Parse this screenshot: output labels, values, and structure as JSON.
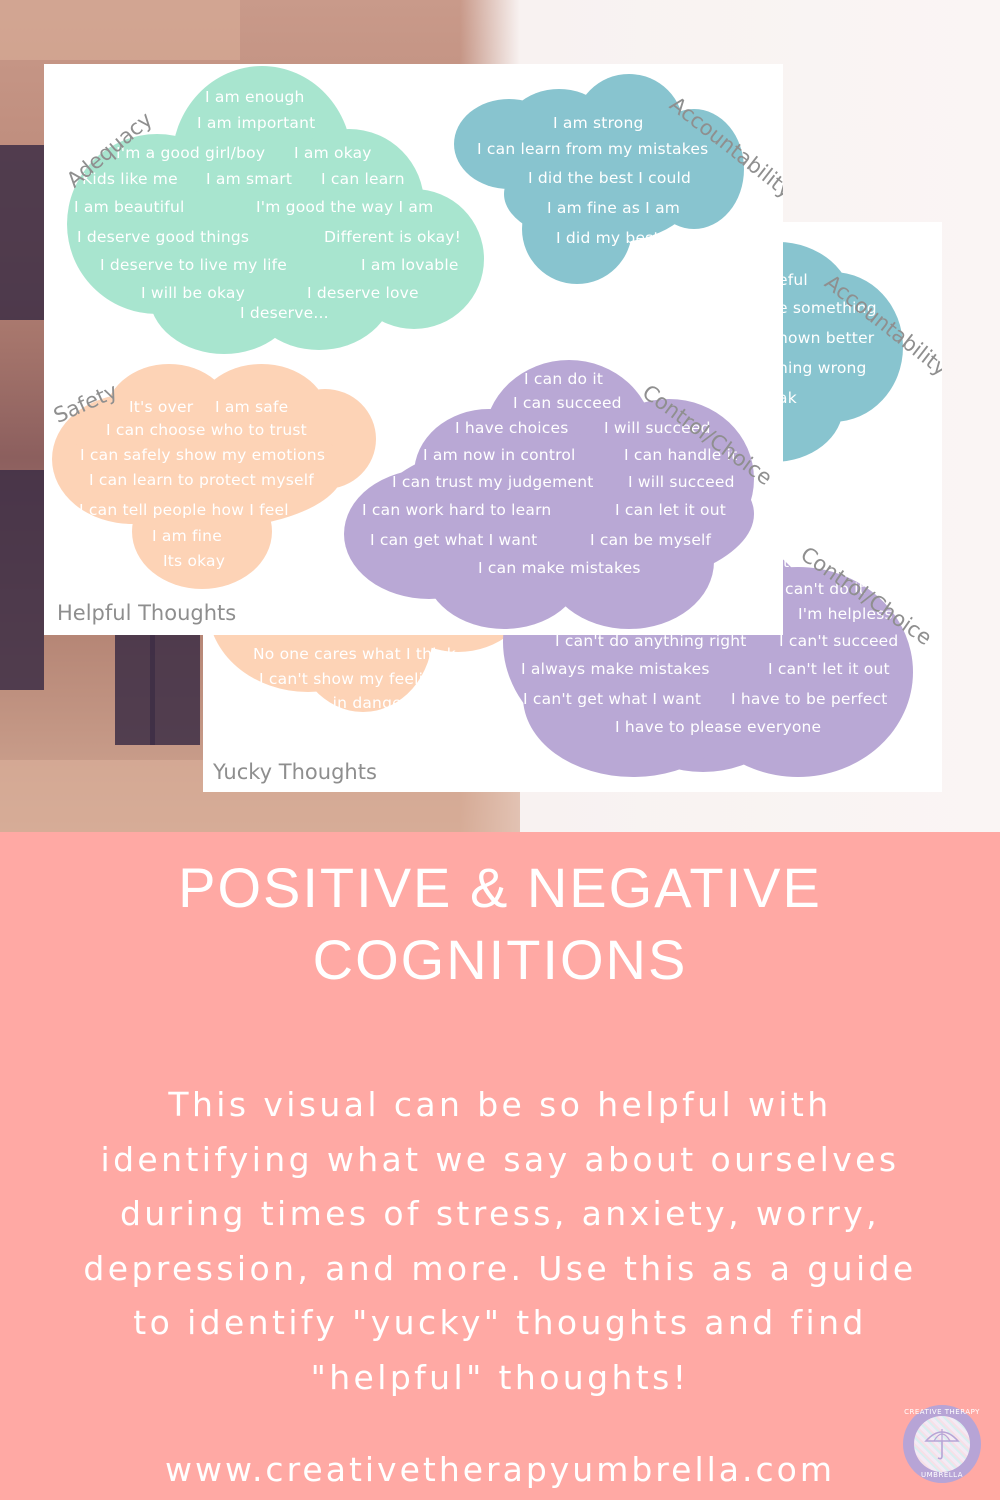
{
  "colors": {
    "adequacy": "#a8e5cf",
    "accountability": "#88c4cf",
    "safety": "#fdd3b6",
    "control_choice": "#b9a8d5",
    "category_label": "#8f8f8f",
    "banner": "#ffa9a4",
    "text_white": "#ffffff"
  },
  "front_card": {
    "title": "Helpful Thoughts",
    "adequacy": {
      "label": "Adequacy",
      "items": [
        "I am enough",
        "I am important",
        "I'm a good girl/boy",
        "I am okay",
        "Kids like me",
        "I am smart",
        "I can learn",
        "I am beautiful",
        "I'm good the way I am",
        "I deserve good things",
        "Different is okay!",
        "I deserve to live my life",
        "I am lovable",
        "I will be okay",
        "I deserve love",
        "I deserve..."
      ]
    },
    "accountability": {
      "label": "Accountability",
      "items": [
        "I am strong",
        "I can learn from my mistakes",
        "I did the best I could",
        "I am fine as I am",
        "I did my best"
      ]
    },
    "safety": {
      "label": "Safety",
      "items": [
        "It's over",
        "I am safe",
        "I can choose who to trust",
        "I can safely show my emotions",
        "I can learn to protect myself",
        "I can tell people how I feel",
        "I am fine",
        "Its okay"
      ]
    },
    "control_choice": {
      "label": "Control/Choice",
      "items": [
        "I can do it",
        "I can succeed",
        "I have choices",
        "I will succeed",
        "I am now in control",
        "I can handle it",
        "I can trust my judgement",
        "I will succeed",
        "I can work hard to learn",
        "I can let it out",
        "I can get what I want",
        "I can be myself",
        "I can make mistakes"
      ]
    }
  },
  "back_card": {
    "title": "Yucky Thoughts",
    "accountability": {
      "label": "Accountability",
      "items": [
        "eful",
        "e something",
        "nown better",
        "ning wrong",
        "ak"
      ]
    },
    "safety": {
      "items": [
        "No one cares what I think",
        "I can't show my feelings",
        "I'm in danger"
      ]
    },
    "control_choice": {
      "label": "Control/Choice",
      "items": [
        "t",
        "can't do it",
        "I'm helpless",
        "I can't do anything right",
        "I can't succeed",
        "I always make mistakes",
        "I can't let it out",
        "I can't get what I want",
        "I have to be perfect",
        "I have to please everyone"
      ]
    }
  },
  "banner": {
    "headline_line1": "POSITIVE & NEGATIVE",
    "headline_line2": "COGNITIONS",
    "description_lines": [
      "This visual can be so helpful with",
      "identifying what we say about ourselves",
      "during times of stress, anxiety, worry,",
      "depression, and more. Use this as a guide",
      "to identify \"yucky\" thoughts and find",
      "\"helpful\" thoughts!"
    ],
    "url": "www.creativetherapyumbrella.com",
    "logo": {
      "top_text": "CREATIVE THERAPY",
      "bottom_text": "UMBRELLA",
      "icon": "umbrella-icon"
    }
  }
}
